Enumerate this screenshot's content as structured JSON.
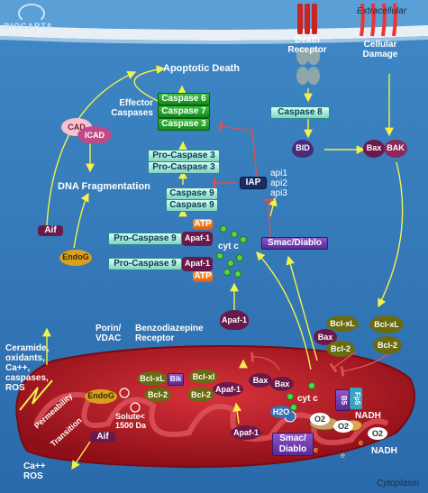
{
  "logo": {
    "text": "BIOCARTA"
  },
  "regions": {
    "extracellular": "Extracellular",
    "cytoplasm": "Cytoplasm"
  },
  "receptors": {
    "death_receptor": "Death Receptor",
    "cellular_damage": "Cellular Damage"
  },
  "nodes": {
    "apoptotic_death": "Apoptotic Death",
    "effector_caspases": "Effector Caspases",
    "caspase6": "Caspase 6",
    "caspase7": "Caspase 7",
    "caspase3": "Caspase 3",
    "cad": "CAD",
    "icad": "ICAD",
    "dna_fragmentation": "DNA Fragmentation",
    "pro_caspase3_a": "Pro-Caspase 3",
    "pro_caspase3_b": "Pro-Caspase 3",
    "iap": "IAP",
    "api1": "api1",
    "api2": "api2",
    "api3": "api3",
    "caspase9_a": "Caspase 9",
    "caspase9_b": "Caspase 9",
    "caspase8": "Caspase 8",
    "bid": "BID",
    "bax_top": "Bax",
    "bak_top": "BAK",
    "aif_left": "Aif",
    "endog_left": "EndoG",
    "atp_top": "ATP",
    "atp_bottom": "ATP",
    "pro_caspase9_a": "Pro-Caspase 9",
    "pro_caspase9_b": "Pro-Caspase 9",
    "apaf1_a": "Apaf-1",
    "apaf1_b": "Apaf-1",
    "cytc": "cyt c",
    "smac_diablo": "Smac/Diablo",
    "apaf1_free": "Apaf-1",
    "bclxl_right1": "Bcl-xL",
    "bax_right": "Bax",
    "bcl2_right1": "Bcl-2",
    "bclxl_right2": "Bcl-xL",
    "bcl2_right2": "Bcl-2"
  },
  "mito": {
    "porin_vdac": "Porin/ VDAC",
    "benzodiazepine_receptor": "Benzodiazepine Receptor",
    "stressors": "Ceramide, oxidants, Ca++, caspases, ROS",
    "permeability": "Permeability",
    "transition": "Transition",
    "endog": "EndoG",
    "aif": "Aif",
    "bclxl_a": "Bcl-xL",
    "bik": "Bik",
    "bcl2_a": "Bcl-2",
    "bclxl_b": "Bcl-xl",
    "bcl2_b": "Bcl-2",
    "apaf1": "Apaf-1",
    "bax": "Bax",
    "bax2": "Bax",
    "cytc": "cyt c",
    "b5": "B5",
    "fp5": "Fp5",
    "h2o": "H2O",
    "o2_a": "O2",
    "o2_b": "O2",
    "o2_c": "O2",
    "nadh_a": "NADH",
    "nadh_b": "NADH",
    "smac": "Smac/ Diablo",
    "apaf1_bottom": "Apaf-1",
    "solute": "Solute< 1500 Da",
    "e_a": "e",
    "e_b": "e",
    "e_c": "e",
    "ca_ros": "Ca++ ROS"
  },
  "colors": {
    "background": "#2f78b8",
    "membrane": "#e8f0f6",
    "mitochondrion": "#c81e2a",
    "arrow": "#f2f24a",
    "inhibit": "#d9534f"
  }
}
